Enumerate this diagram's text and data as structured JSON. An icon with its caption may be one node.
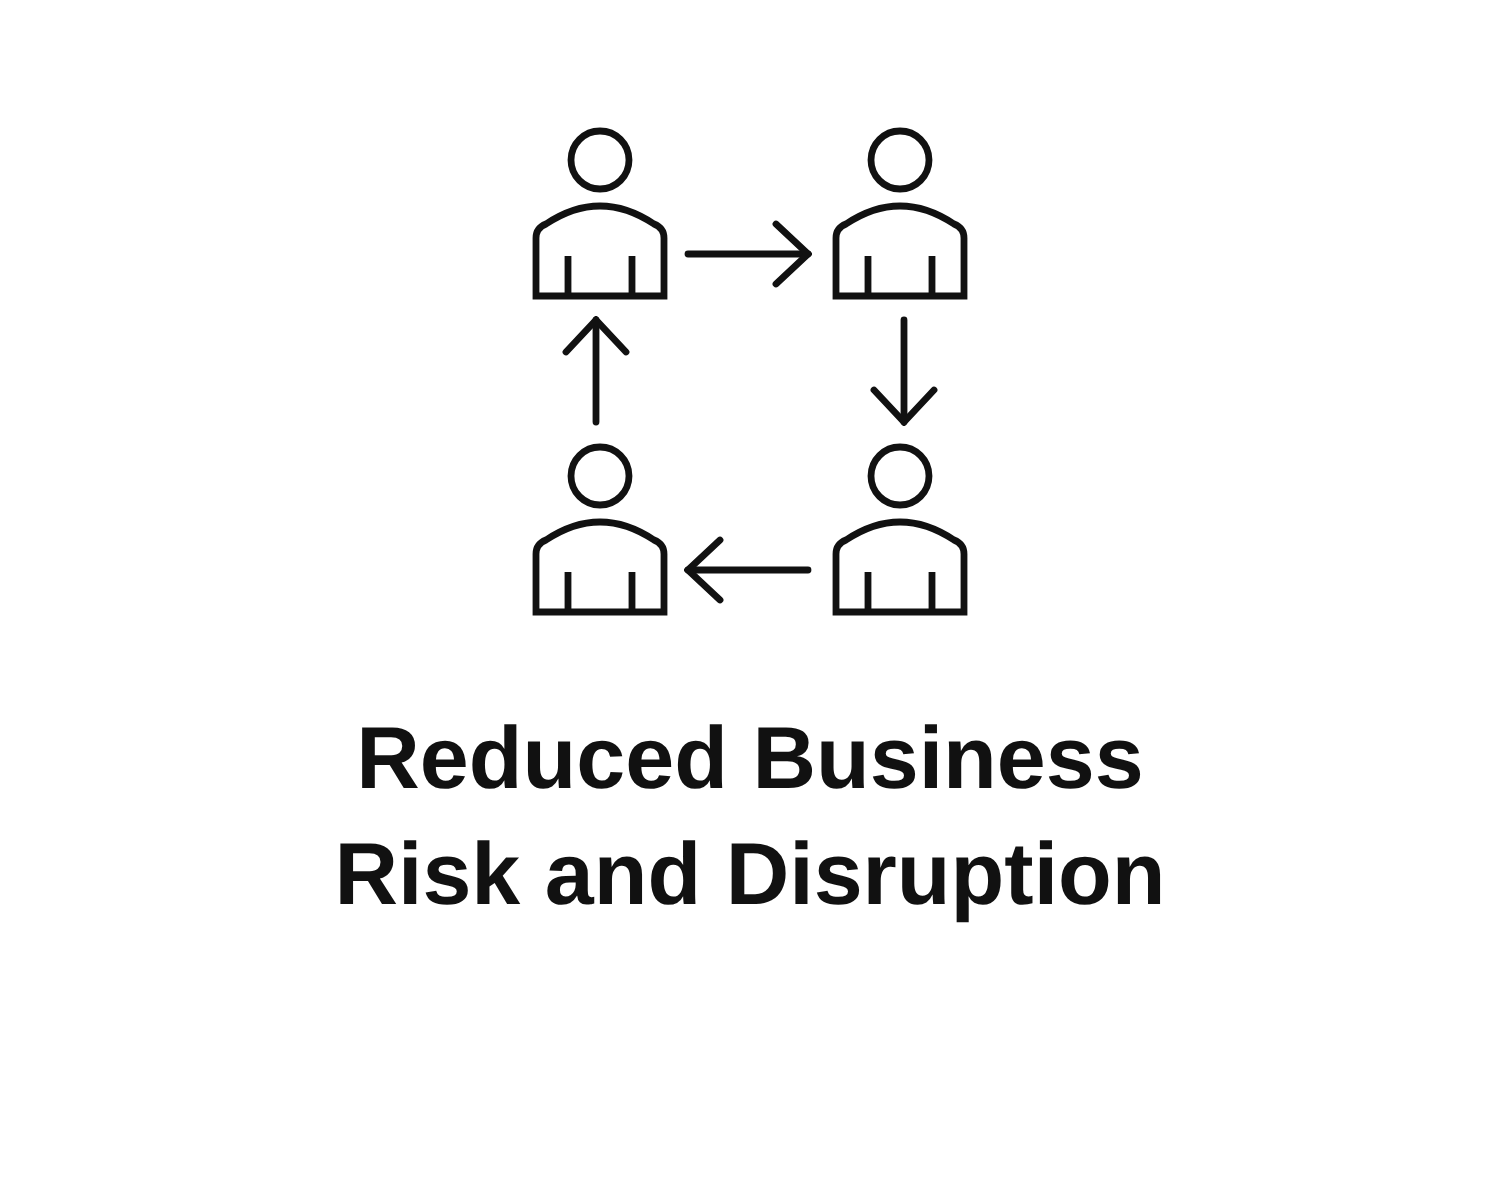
{
  "diagram": {
    "title": "Reduced Business Risk and Disruption",
    "nodes": [
      {
        "text": [],
        "shape": "person"
      },
      {
        "text": [],
        "shape": "person"
      },
      {
        "text": [],
        "shape": "person"
      },
      {
        "text": [],
        "shape": "person"
      }
    ],
    "edges": [
      {
        "from": 0,
        "to": 1,
        "arrow": "to"
      },
      {
        "from": 1,
        "to": 3,
        "arrow": "to"
      },
      {
        "from": 3,
        "to": 2,
        "arrow": "to"
      },
      {
        "from": 2,
        "to": 0,
        "arrow": "to"
      }
    ]
  }
}
